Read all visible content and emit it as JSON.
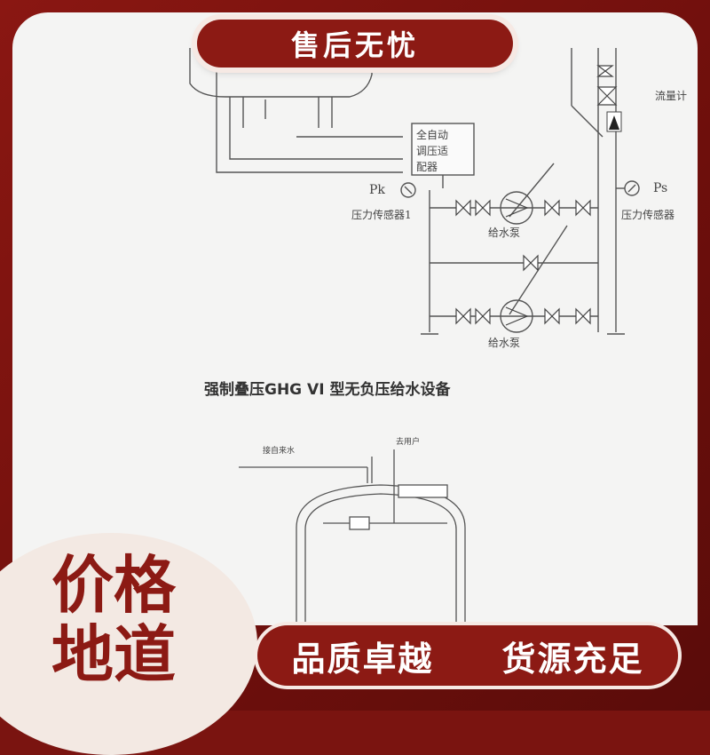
{
  "top_banner": {
    "text": "售后无忧"
  },
  "diagram": {
    "adapter_label": [
      "全自动",
      "调压适",
      "配器"
    ],
    "pk_label": "Pk",
    "ps_label": "Ps",
    "sensor1_label": "压力传感器1",
    "sensor2_label": "压力传感器",
    "pump_label_top": "给水泵",
    "pump_label_bottom": "给水泵",
    "flow_label": "流量计",
    "caption": "强制叠压GHG VI 型无负压给水设备",
    "inlet_label": "接自来水",
    "outlet_label": "去用户"
  },
  "badge": {
    "line1": "价格",
    "line2": "地道"
  },
  "bottom_bar": {
    "left": "品质卓越",
    "right": "货源充足"
  }
}
